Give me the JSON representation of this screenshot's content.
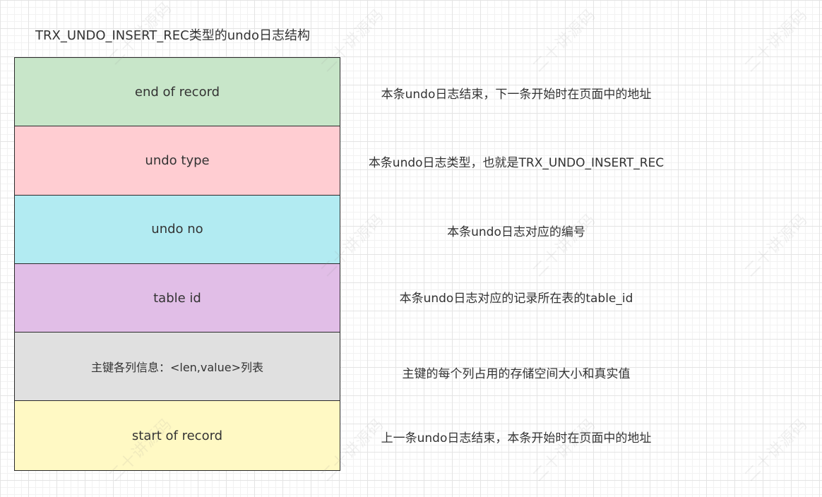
{
  "title": "TRX_UNDO_INSERT_REC类型的undo日志结构",
  "blocks": [
    {
      "label": "end of record",
      "color": "#c8e6c9",
      "description": "本条undo日志结束，下一条开始时在页面中的地址"
    },
    {
      "label": "undo type",
      "color": "#ffcdd2",
      "description": "本条undo日志类型，也就是TRX_UNDO_INSERT_REC"
    },
    {
      "label": "undo no",
      "color": "#b2ebf2",
      "description": "本条undo日志对应的编号"
    },
    {
      "label": "table id",
      "color": "#e1bee7",
      "description": "本条undo日志对应的记录所在表的table_id"
    },
    {
      "label": "主键各列信息：<len,value>列表",
      "color": "#e0e0e0",
      "description": "主键的每个列占用的存储空间大小和真实值"
    },
    {
      "label": "start of record",
      "color": "#fff9c4",
      "description": "上一条undo日志结束，本条开始时在页面中的地址"
    }
  ],
  "watermark": "二十讲源码"
}
